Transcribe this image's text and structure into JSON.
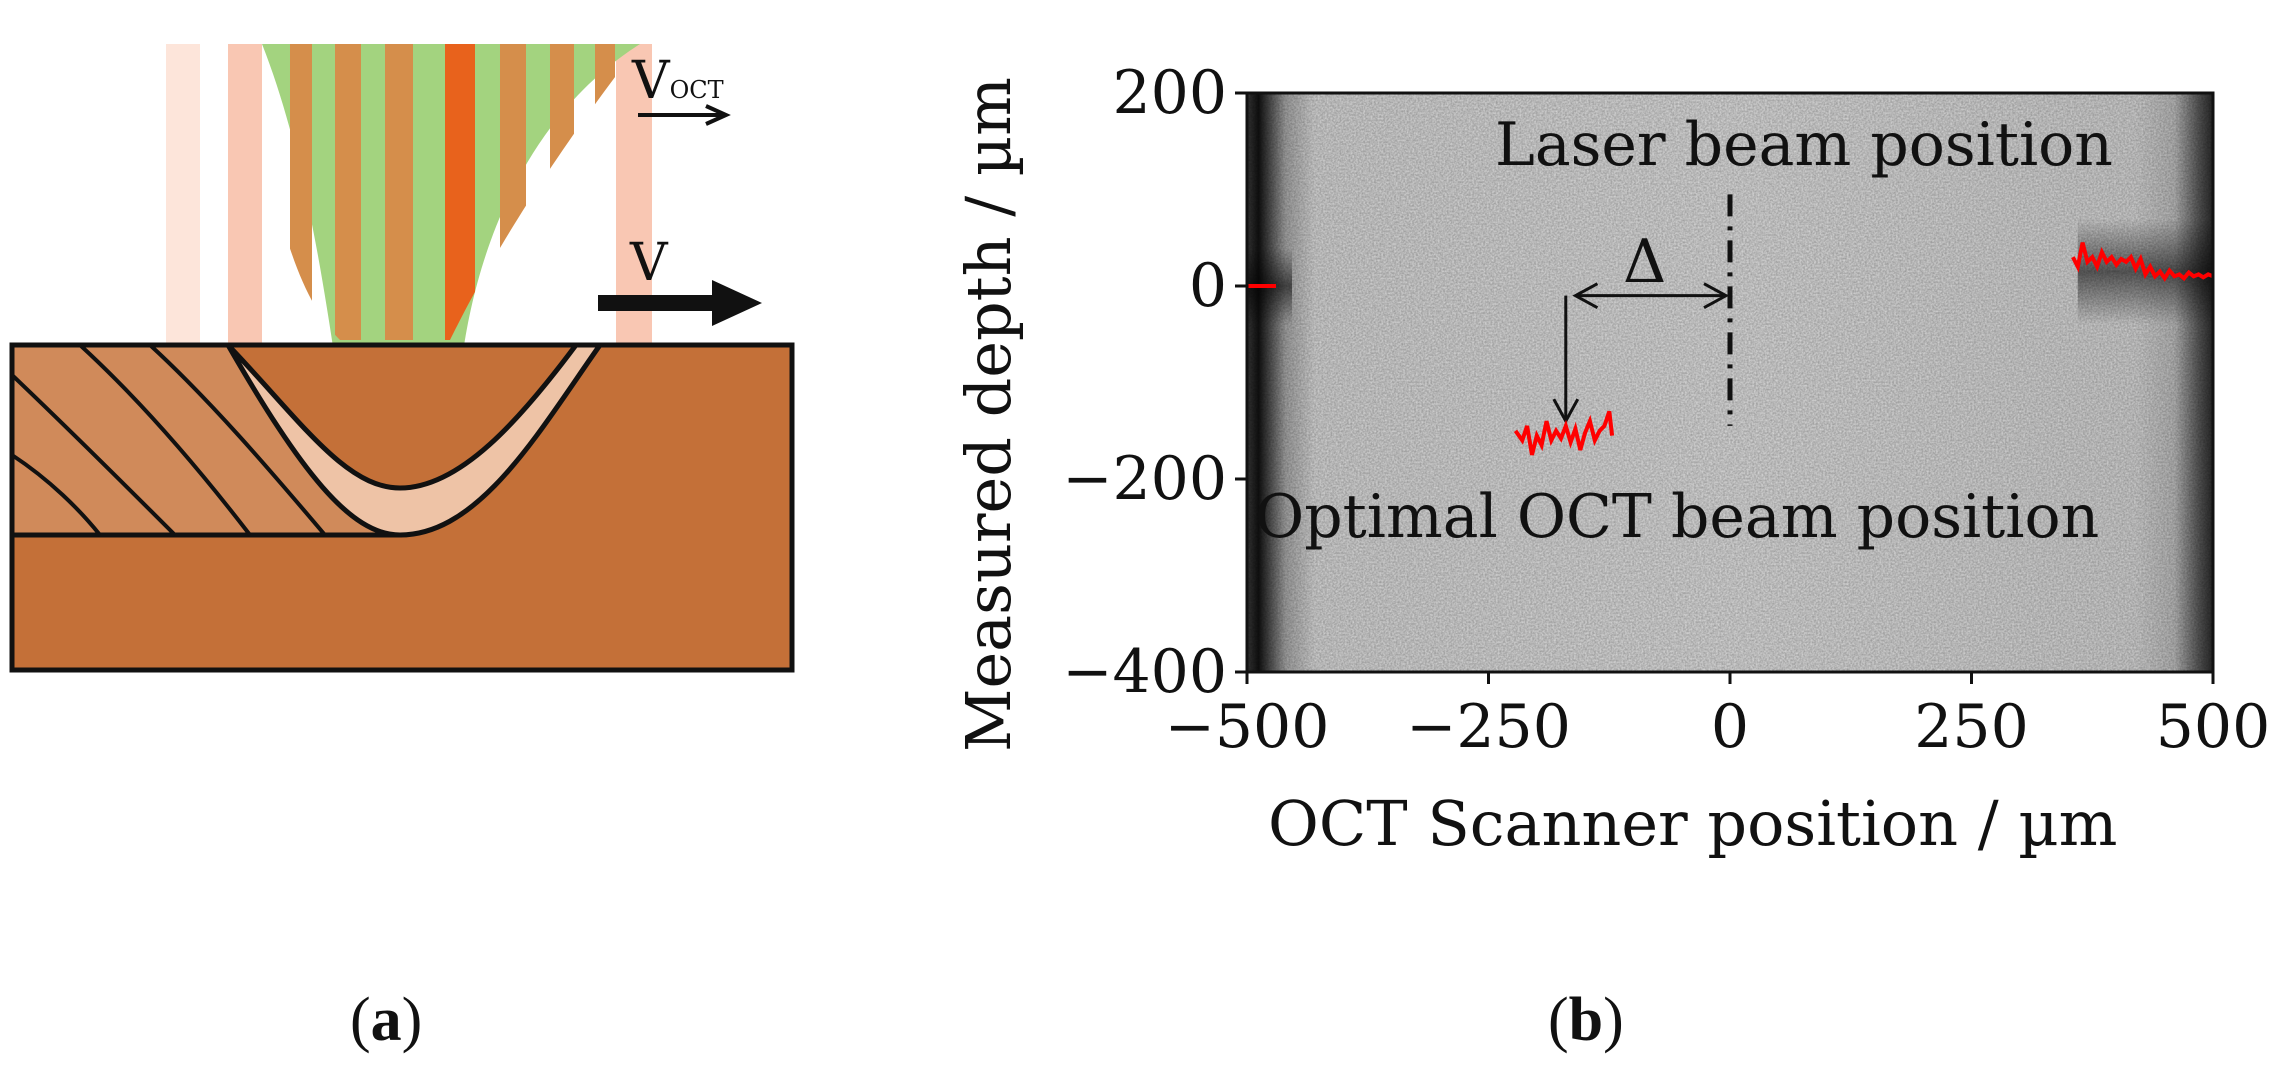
{
  "panel_a": {
    "label_open": "(",
    "label_letter": "a",
    "label_close": ")",
    "v_oct_label": "V",
    "v_oct_subscript": "OCT",
    "v_label": "V",
    "colors": {
      "material": "#c47038",
      "material_dark_hatch": "#d08a5a",
      "melt_layer": "#eec3a6",
      "beam_green": "#a3d37f",
      "beam_orange": "#d58e4b",
      "beam_red_core": "#e8621c",
      "beam_pink": "#f9c7b3",
      "outline": "#111111"
    }
  },
  "panel_b": {
    "label_open": "(",
    "label_letter": "b",
    "label_close": ")",
    "annotation_laser": "Laser beam position",
    "annotation_optimal": "Optimal OCT beam position",
    "annotation_delta": "Δ",
    "chart_data": {
      "type": "heatmap",
      "xlabel": "OCT Scanner position / µm",
      "ylabel": "Measured depth / µm",
      "xlim": [
        -500,
        500
      ],
      "ylim": [
        -400,
        200
      ],
      "x_ticks": [
        -500,
        -250,
        0,
        250,
        500
      ],
      "x_tick_labels": [
        "−500",
        "−250",
        "0",
        "250",
        "500"
      ],
      "y_ticks": [
        200,
        0,
        -200,
        -400
      ],
      "y_tick_labels": [
        "200",
        "0",
        "−200",
        "−400"
      ],
      "laser_beam_x": 0,
      "laser_line_y_range": [
        -145,
        95
      ],
      "delta_arrow": {
        "from_x": -160,
        "to_x": 0,
        "y": -10
      },
      "down_arrow": {
        "x": -170,
        "from_y": -10,
        "to_y": -140
      },
      "series": [
        {
          "color": "#ff0000",
          "points": [
            [
              -500,
              0
            ],
            [
              -470,
              0
            ]
          ]
        },
        {
          "color": "#ff0000",
          "points": [
            [
              -222,
              -150
            ],
            [
              -215,
              -160
            ],
            [
              -210,
              -145
            ],
            [
              -205,
              -175
            ],
            [
              -200,
              -155
            ],
            [
              -195,
              -165
            ],
            [
              -190,
              -140
            ],
            [
              -185,
              -160
            ],
            [
              -180,
              -150
            ],
            [
              -175,
              -158
            ],
            [
              -170,
              -145
            ],
            [
              -165,
              -162
            ],
            [
              -160,
              -148
            ],
            [
              -155,
              -170
            ],
            [
              -150,
              -152
            ],
            [
              -145,
              -140
            ],
            [
              -140,
              -160
            ],
            [
              -135,
              -150
            ],
            [
              -130,
              -145
            ],
            [
              -125,
              -130
            ],
            [
              -122,
              -155
            ]
          ]
        },
        {
          "color": "#ff0000",
          "points": [
            [
              355,
              30
            ],
            [
              360,
              20
            ],
            [
              365,
              45
            ],
            [
              370,
              25
            ],
            [
              375,
              30
            ],
            [
              380,
              20
            ],
            [
              385,
              35
            ],
            [
              390,
              25
            ],
            [
              395,
              30
            ],
            [
              400,
              22
            ],
            [
              405,
              28
            ],
            [
              410,
              25
            ],
            [
              415,
              30
            ],
            [
              420,
              18
            ],
            [
              425,
              28
            ],
            [
              430,
              12
            ],
            [
              435,
              20
            ],
            [
              440,
              10
            ],
            [
              445,
              15
            ],
            [
              450,
              8
            ],
            [
              455,
              16
            ],
            [
              460,
              10
            ],
            [
              465,
              12
            ],
            [
              470,
              8
            ],
            [
              475,
              14
            ],
            [
              480,
              10
            ],
            [
              485,
              12
            ],
            [
              490,
              9
            ],
            [
              495,
              12
            ],
            [
              500,
              10
            ]
          ]
        }
      ]
    }
  }
}
